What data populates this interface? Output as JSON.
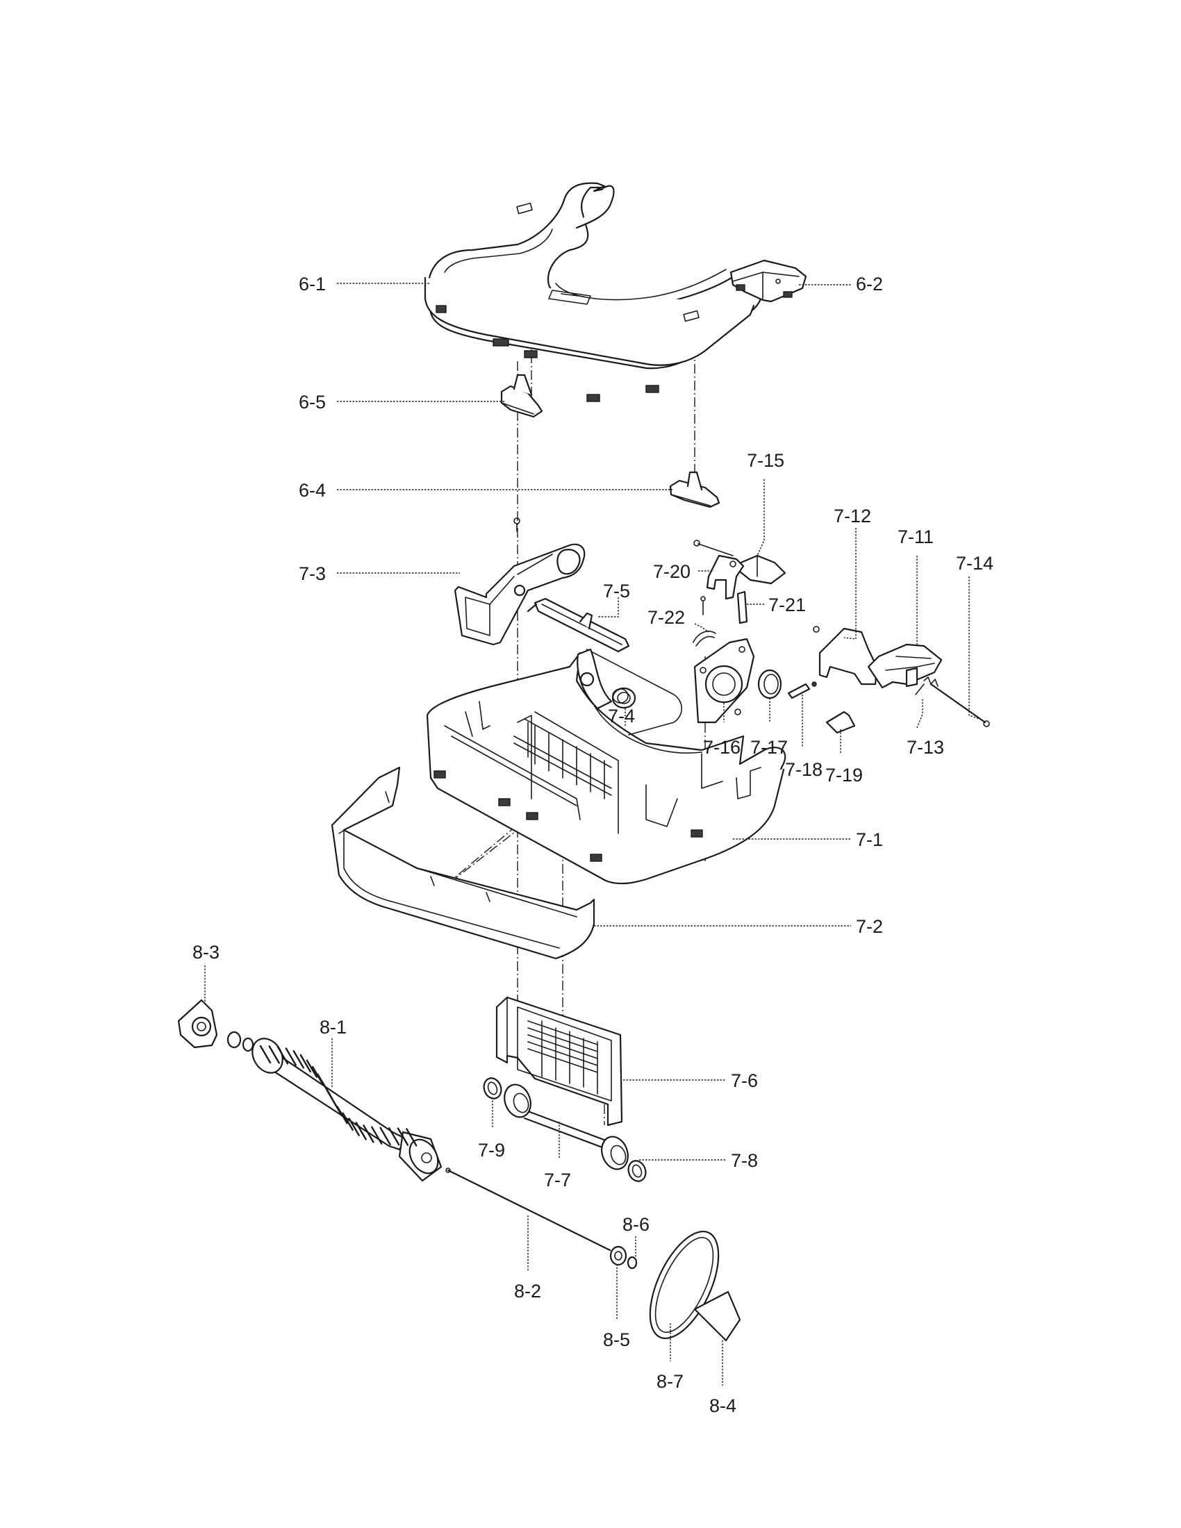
{
  "callouts": {
    "c6_1": "6-1",
    "c6_2": "6-2",
    "c6_4": "6-4",
    "c6_5": "6-5",
    "c7_1": "7-1",
    "c7_2": "7-2",
    "c7_3": "7-3",
    "c7_4": "7-4",
    "c7_5": "7-5",
    "c7_6": "7-6",
    "c7_7": "7-7",
    "c7_8": "7-8",
    "c7_9": "7-9",
    "c7_11": "7-11",
    "c7_12": "7-12",
    "c7_13": "7-13",
    "c7_14": "7-14",
    "c7_15": "7-15",
    "c7_16": "7-16",
    "c7_17": "7-17",
    "c7_18": "7-18",
    "c7_19": "7-19",
    "c7_20": "7-20",
    "c7_21": "7-21",
    "c7_22": "7-22",
    "c8_1": "8-1",
    "c8_2": "8-2",
    "c8_3": "8-3",
    "c8_4": "8-4",
    "c8_5": "8-5",
    "c8_6": "8-6",
    "c8_7": "8-7"
  }
}
